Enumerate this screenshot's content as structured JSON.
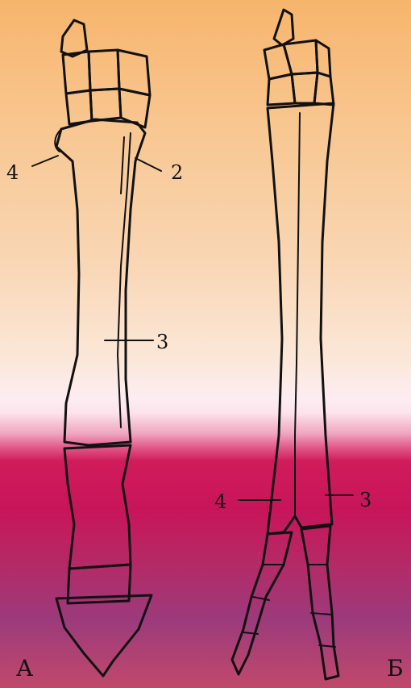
{
  "panels": {
    "left": {
      "letter": "А",
      "labels": {
        "four": "4",
        "two": "2",
        "three": "3"
      }
    },
    "right": {
      "letter": "Б",
      "labels": {
        "four": "4",
        "three": "3"
      }
    }
  }
}
